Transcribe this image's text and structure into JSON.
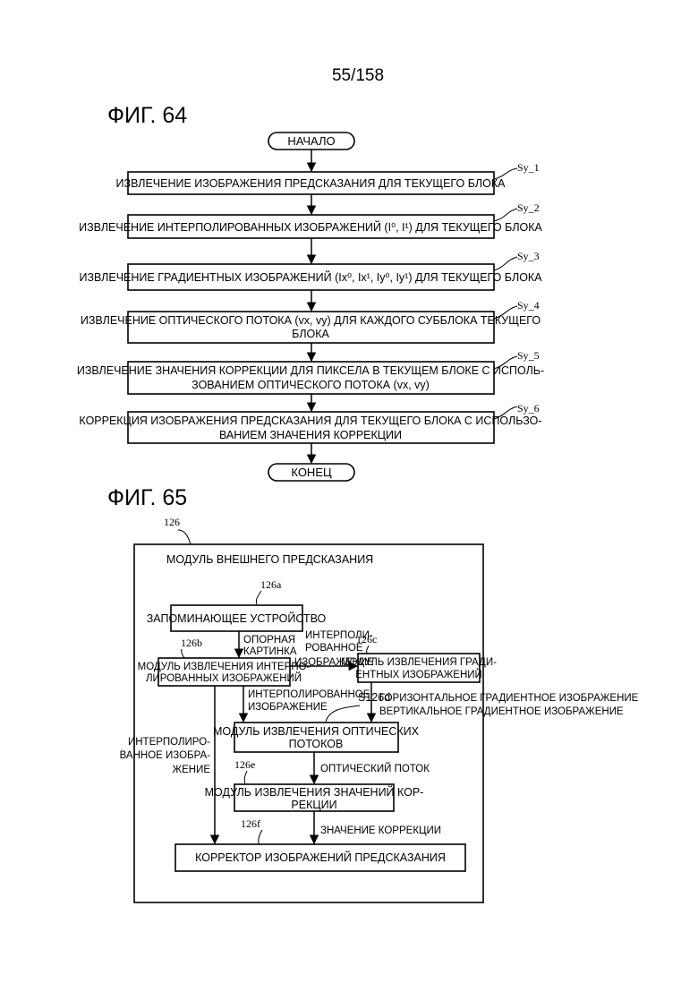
{
  "page_number": "55/158",
  "fig64": {
    "title": "ФИГ. 64",
    "start": "НАЧАЛО",
    "end": "КОНЕЦ",
    "steps": [
      {
        "id": "Sy_1",
        "lines": [
          "ИЗВЛЕЧЕНИЕ ИЗОБРАЖЕНИЯ ПРЕДСКАЗАНИЯ ДЛЯ ТЕКУЩЕГО БЛОКА"
        ]
      },
      {
        "id": "Sy_2",
        "lines": [
          "ИЗВЛЕЧЕНИЕ ИНТЕРПОЛИРОВАННЫХ ИЗОБРАЖЕНИЙ (I⁰, I¹) ДЛЯ ТЕКУЩЕГО БЛОКА"
        ]
      },
      {
        "id": "Sy_3",
        "lines": [
          "ИЗВЛЕЧЕНИЕ ГРАДИЕНТНЫХ ИЗОБРАЖЕНИЙ (Ix⁰, Ix¹, Iy⁰, Iy¹) ДЛЯ ТЕКУЩЕГО БЛОКА"
        ]
      },
      {
        "id": "Sy_4",
        "lines": [
          "ИЗВЛЕЧЕНИЕ ОПТИЧЕСКОГО ПОТОКА (vx, vy) ДЛЯ КАЖДОГО СУББЛОКА ТЕКУЩЕГО",
          "БЛОКА"
        ]
      },
      {
        "id": "Sy_5",
        "lines": [
          "ИЗВЛЕЧЕНИЕ ЗНАЧЕНИЯ КОРРЕКЦИИ ДЛЯ ПИКСЕЛА В ТЕКУЩЕМ БЛОКЕ С ИСПОЛЬ-",
          "ЗОВАНИЕМ ОПТИЧЕСКОГО ПОТОКА (vx, vy)"
        ]
      },
      {
        "id": "Sy_6",
        "lines": [
          "КОРРЕКЦИЯ ИЗОБРАЖЕНИЯ ПРЕДСКАЗАНИЯ ДЛЯ ТЕКУЩЕГО БЛОКА С ИСПОЛЬЗО-",
          "ВАНИЕМ ЗНАЧЕНИЯ КОРРЕКЦИИ"
        ]
      }
    ]
  },
  "fig65": {
    "title": "ФИГ. 65",
    "module_ref": "126",
    "module_title": "МОДУЛЬ ВНЕШНЕГО ПРЕДСКАЗАНИЯ",
    "blocks": {
      "memory": {
        "ref": "126a",
        "lines": [
          "ЗАПОМИНАЮЩЕЕ УСТРОЙСТВО"
        ]
      },
      "interp": {
        "ref": "126b",
        "lines": [
          "МОДУЛЬ ИЗВЛЕЧЕНИЯ ИНТЕРПО-",
          "ЛИРОВАННЫХ ИЗОБРАЖЕНИЙ"
        ]
      },
      "gradient": {
        "ref": "126c",
        "lines": [
          "МОДУЛЬ ИЗВЛЕЧЕНИЯ ГРАДИ-",
          "ЕНТНЫХ ИЗОБРАЖЕНИЙ"
        ]
      },
      "flow": {
        "ref": "S126d",
        "lines": [
          "МОДУЛЬ ИЗВЛЕЧЕНИЯ ОПТИЧЕСКИХ",
          "ПОТОКОВ"
        ]
      },
      "correction": {
        "ref": "126e",
        "lines": [
          "МОДУЛЬ ИЗВЛЕЧЕНИЯ ЗНАЧЕНИЙ КОР-",
          "РЕКЦИИ"
        ]
      },
      "corrector": {
        "ref": "126f",
        "lines": [
          "КОРРЕКТОР  ИЗОБРАЖЕНИЙ ПРЕДСКАЗАНИЯ"
        ]
      }
    },
    "labels": {
      "reference_picture": [
        "ОПОРНАЯ",
        "КАРТИНКА"
      ],
      "interpolated_to_gradient": [
        "ИНТЕРПОЛИ-",
        "РОВАННОЕ",
        "ИЗОБРАЖЕНИЕ"
      ],
      "interpolated_to_flow": [
        "ИНТЕРПОЛИРОВАННОЕ",
        "ИЗОБРАЖЕНИЕ"
      ],
      "gradient_images": [
        "ГОРИЗОНТАЛЬНОЕ ГРАДИЕНТНОЕ ИЗОБРАЖЕНИЕ",
        "ВЕРТИКАЛЬНОЕ ГРАДИЕНТНОЕ ИЗОБРАЖЕНИЕ"
      ],
      "interpolated_to_corrector": [
        "ИНТЕРПОЛИРО-",
        "ВАННОЕ ИЗОБРА-",
        "ЖЕНИЕ"
      ],
      "optical_flow": [
        "ОПТИЧЕСКИЙ ПОТОК"
      ],
      "correction_value": [
        "ЗНАЧЕНИЕ КОРРЕКЦИИ"
      ]
    }
  }
}
